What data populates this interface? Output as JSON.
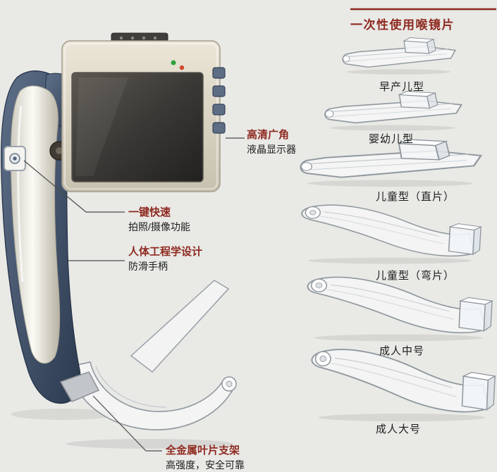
{
  "colors": {
    "accent": "#8e2a20",
    "background": "#e9e9e6",
    "text": "#1c1c1c"
  },
  "section_title": {
    "label": "一次性使用喉镜片"
  },
  "callouts": {
    "display": {
      "heading": "高清广角",
      "sub": "液晶显示器"
    },
    "camera": {
      "heading": "一键快速",
      "sub": "拍照/摄像功能"
    },
    "ergonomic": {
      "heading": "人体工程学设计",
      "sub": "防滑手柄"
    },
    "bracket": {
      "heading": "全金属叶片支架",
      "sub": "高强度，安全可靠"
    }
  },
  "blades": [
    {
      "label": "早产儿型",
      "shape": "straight"
    },
    {
      "label": "婴幼儿型",
      "shape": "straight"
    },
    {
      "label": "儿童型（直片）",
      "shape": "straight"
    },
    {
      "label": "儿童型（弯片）",
      "shape": "curved"
    },
    {
      "label": "成人中号",
      "shape": "curved"
    },
    {
      "label": "成人大号",
      "shape": "curved"
    }
  ],
  "device": {
    "leds": [
      {
        "name": "green-led",
        "color": "#2fa23a"
      },
      {
        "name": "red-led",
        "color": "#d14a2e"
      }
    ]
  }
}
